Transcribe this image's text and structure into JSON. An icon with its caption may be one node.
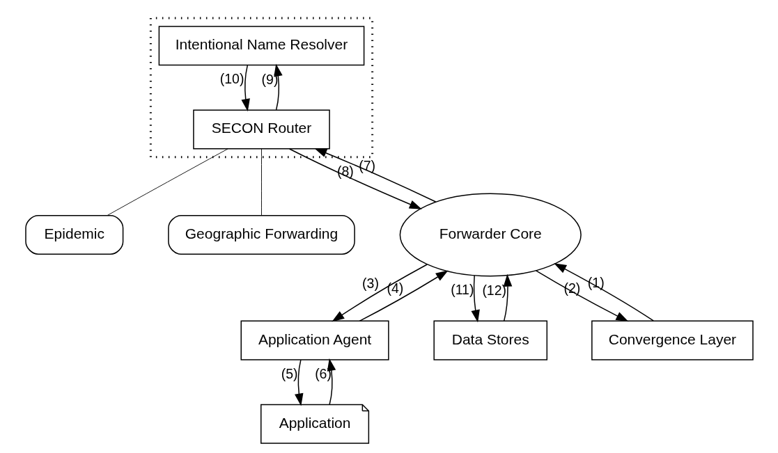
{
  "diagram": {
    "nodes": [
      {
        "text": [],
        "shape": "box"
      },
      {
        "text": [
          "Intentional Name Resolver"
        ],
        "in": 0
      },
      {
        "text": [
          "SECON Router"
        ],
        "in": 0
      },
      {
        "text": [
          "Epidemic"
        ]
      },
      {
        "text": [
          "Geographic Forwarding"
        ]
      },
      {
        "text": [
          "Application"
        ]
      },
      {
        "text": [
          "Application Agent"
        ]
      },
      {
        "text": [
          "Forwarder Core"
        ]
      },
      {
        "text": [
          "Data Stores"
        ]
      },
      {
        "text": [
          "Convergence Layer"
        ]
      }
    ],
    "edges": [
      {
        "from": 9,
        "to": 7,
        "arrow": "to",
        "label": "(1)"
      },
      {
        "from": 7,
        "to": 9,
        "arrow": "to",
        "label": "(2)"
      },
      {
        "from": 7,
        "to": 6,
        "arrow": "to",
        "label": "(3)"
      },
      {
        "from": 6,
        "to": 7,
        "arrow": "to",
        "label": "(4)"
      },
      {
        "from": 6,
        "to": 5,
        "arrow": "to",
        "label": "(5)"
      },
      {
        "from": 5,
        "to": 6,
        "arrow": "to",
        "label": "(6)"
      },
      {
        "from": 7,
        "to": 2,
        "arrow": "to",
        "label": "(7)"
      },
      {
        "from": 2,
        "to": 7,
        "arrow": "to",
        "label": "(8)"
      },
      {
        "from": 2,
        "to": 1,
        "arrow": "to",
        "label": "(9)"
      },
      {
        "from": 1,
        "to": 2,
        "arrow": "to",
        "label": "(10)"
      },
      {
        "from": 7,
        "to": 8,
        "arrow": "to",
        "label": "(11)"
      },
      {
        "from": 8,
        "to": 7,
        "arrow": "to",
        "label": "(12)"
      },
      {
        "from": 2,
        "to": 3,
        "arrow": "none"
      },
      {
        "from": 2,
        "to": 4,
        "arrow": "none"
      }
    ]
  }
}
